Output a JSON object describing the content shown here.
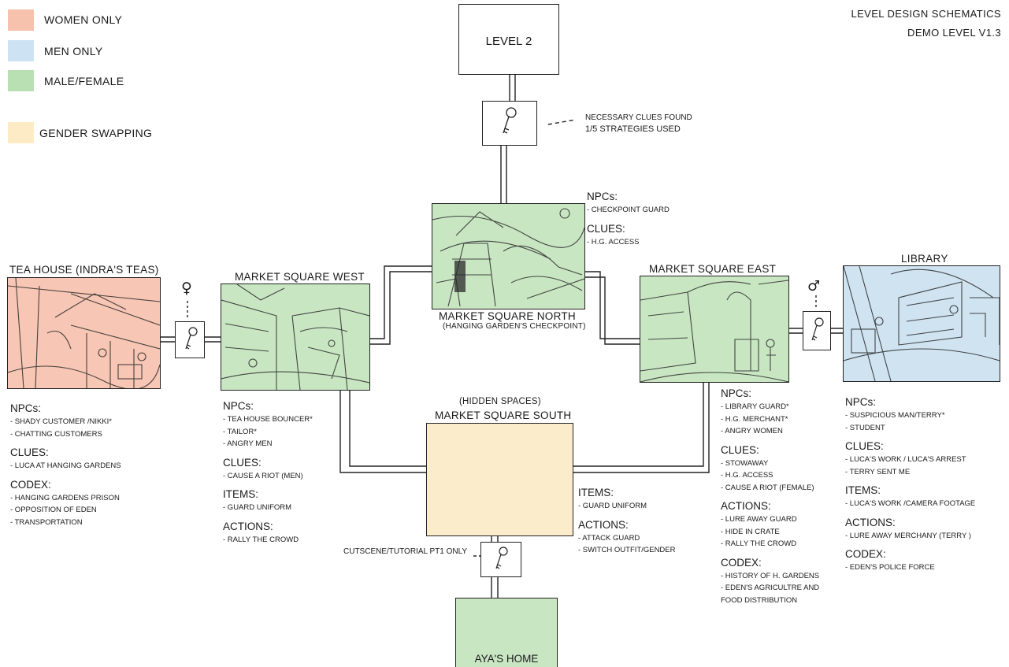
{
  "title": {
    "line1": "LEVEL DESIGN SCHEMATICS",
    "line2": "DEMO LEVEL V1.3"
  },
  "legend": [
    {
      "label": "WOMEN ONLY",
      "color": "#f6c2ad"
    },
    {
      "label": "MEN ONLY",
      "color": "#cde3f3"
    },
    {
      "label": "MALE/FEMALE",
      "color": "#b9e0b3"
    },
    {
      "label": "GENDER SWAPPING",
      "color": "#fcebc5"
    }
  ],
  "rooms": {
    "level2": {
      "name": "LEVEL 2"
    },
    "tea_house": {
      "name": "TEA HOUSE (INDRA'S TEAS)",
      "npcs_label": "NPCs:",
      "npcs": [
        "- SHADY CUSTOMER /NIKKI*",
        "- CHATTING CUSTOMERS"
      ],
      "clues_label": "CLUES:",
      "clues": [
        "- LUCA AT HANGING GARDENS"
      ],
      "codex_label": "CODEX:",
      "codex": [
        "- HANGING GARDENS PRISON",
        "- OPPOSITION OF EDEN",
        "- TRANSPORTATION"
      ]
    },
    "west": {
      "name": "MARKET SQUARE WEST",
      "npcs_label": "NPCs:",
      "npcs": [
        "- TEA HOUSE BOUNCER*",
        "- TAILOR*",
        "- ANGRY MEN"
      ],
      "clues_label": "CLUES:",
      "clues": [
        "- CAUSE A RIOT (MEN)"
      ],
      "items_label": "ITEMS:",
      "items": [
        "- GUARD UNIFORM"
      ],
      "actions_label": "ACTIONS:",
      "actions": [
        "- RALLY THE CROWD"
      ]
    },
    "north": {
      "name": "MARKET SQUARE NORTH",
      "subtitle": "(HANGING GARDEN'S CHECKPOINT)",
      "npcs_label": "NPCs:",
      "npcs": [
        "- CHECKPOINT GUARD"
      ],
      "clues_label": "CLUES:",
      "clues": [
        "- H.G. ACCESS"
      ]
    },
    "east": {
      "name": "MARKET SQUARE EAST",
      "npcs_label": "NPCs:",
      "npcs": [
        "- LIBRARY GUARD*",
        "- H.G. MERCHANT*",
        "- ANGRY WOMEN"
      ],
      "clues_label": "CLUES:",
      "clues": [
        "- STOWAWAY",
        "- H.G. ACCESS",
        "- CAUSE A RIOT (FEMALE)"
      ],
      "actions_label": "ACTIONS:",
      "actions": [
        "- LURE AWAY GUARD",
        "- HIDE IN CRATE",
        "- RALLY THE CROWD"
      ],
      "codex_label": "CODEX:",
      "codex": [
        "- HISTORY OF H. GARDENS",
        "- EDEN'S AGRICULTRE AND",
        "FOOD DISTRIBUTION"
      ]
    },
    "library": {
      "name": "LIBRARY",
      "npcs_label": "NPCs:",
      "npcs": [
        "- SUSPICIOUS MAN/TERRY*",
        "- STUDENT"
      ],
      "clues_label": "CLUES:",
      "clues": [
        "- LUCA'S WORK / LUCA'S ARREST",
        "- TERRY SENT ME"
      ],
      "items_label": "ITEMS:",
      "items": [
        "- LUCA'S WORK /CAMERA FOOTAGE"
      ],
      "actions_label": "ACTIONS:",
      "actions": [
        "- LURE AWAY MERCHANY (TERRY )"
      ],
      "codex_label": "CODEX:",
      "codex": [
        "- EDEN'S POLICE FORCE"
      ]
    },
    "south": {
      "name": "MARKET SQUARE SOUTH",
      "subtitle": "(HIDDEN SPACES)",
      "items_label": "ITEMS:",
      "items": [
        "- GUARD UNIFORM"
      ],
      "actions_label": "ACTIONS:",
      "actions": [
        "- ATTACK GUARD",
        "- SWITCH OUTFIT/GENDER"
      ]
    },
    "home": {
      "name": "AYA'S HOME"
    }
  },
  "gates": {
    "top_note_line1": "NECESSARY CLUES FOUND",
    "top_note_line2": "1/5 STRATEGIES USED",
    "bottom_note": "CUTSCENE/TUTORIAL PT1 ONLY",
    "female_symbol": "♀",
    "male_symbol": "♂"
  }
}
